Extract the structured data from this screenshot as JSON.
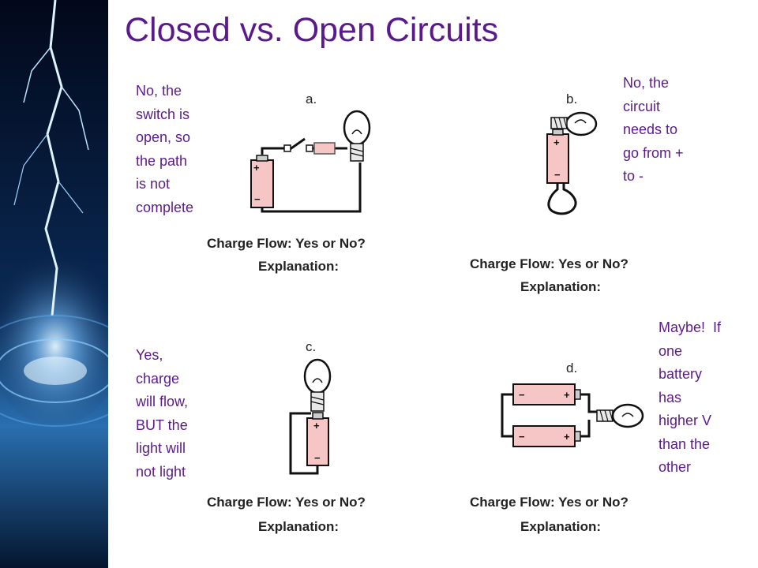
{
  "title": "Closed vs. Open Circuits",
  "panels": [
    {
      "letter": "a.",
      "answer": [
        "No, the",
        "switch is",
        "open, so",
        "the path",
        "is not",
        "complete"
      ],
      "question": "Charge Flow: Yes or No?",
      "explanation": "Explanation:"
    },
    {
      "letter": "b.",
      "answer": [
        "No, the",
        "circuit",
        "needs to",
        "go from +",
        "to -"
      ],
      "question": "Charge Flow: Yes or No?",
      "explanation": "Explanation:"
    },
    {
      "letter": "c.",
      "answer": [
        "Yes,",
        "charge",
        "will flow,",
        "BUT the",
        "light will",
        "not light"
      ],
      "question": "Charge Flow: Yes or No?",
      "explanation": "Explanation:"
    },
    {
      "letter": "d.",
      "answer": [
        "Maybe!  If",
        "one",
        "battery",
        "has",
        "higher V",
        "than the",
        "other"
      ],
      "question": "Charge Flow: Yes or No?",
      "explanation": "Explanation:"
    }
  ],
  "symbols": {
    "plus": "+",
    "minus": "−"
  },
  "colors": {
    "title": "#5b1a8c",
    "battery": "#f6c6c6",
    "sidebar": "#06142e"
  }
}
